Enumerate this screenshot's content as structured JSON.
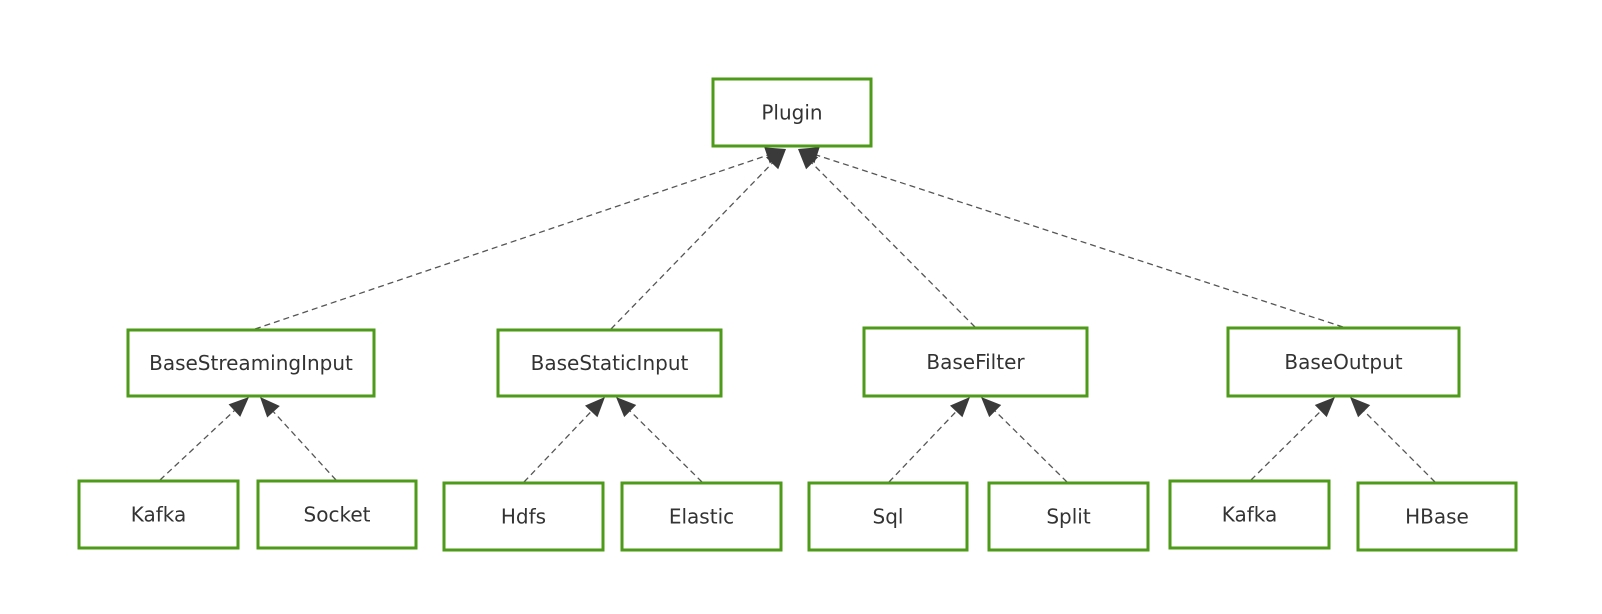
{
  "diagram": {
    "type": "class-hierarchy",
    "nodes": [
      {
        "id": "plugin",
        "label": "Plugin"
      },
      {
        "id": "base-streaming-input",
        "label": "BaseStreamingInput"
      },
      {
        "id": "base-static-input",
        "label": "BaseStaticInput"
      },
      {
        "id": "base-filter",
        "label": "BaseFilter"
      },
      {
        "id": "base-output",
        "label": "BaseOutput"
      },
      {
        "id": "kafka-input",
        "label": "Kafka"
      },
      {
        "id": "socket",
        "label": "Socket"
      },
      {
        "id": "hdfs",
        "label": "Hdfs"
      },
      {
        "id": "elastic",
        "label": "Elastic"
      },
      {
        "id": "sql",
        "label": "Sql"
      },
      {
        "id": "split",
        "label": "Split"
      },
      {
        "id": "kafka-output",
        "label": "Kafka"
      },
      {
        "id": "hbase",
        "label": "HBase"
      }
    ],
    "edges": [
      {
        "from": "base-streaming-input",
        "to": "plugin",
        "style": "dashed",
        "arrow": "filled-triangle"
      },
      {
        "from": "base-static-input",
        "to": "plugin",
        "style": "dashed",
        "arrow": "filled-triangle"
      },
      {
        "from": "base-filter",
        "to": "plugin",
        "style": "dashed",
        "arrow": "filled-triangle"
      },
      {
        "from": "base-output",
        "to": "plugin",
        "style": "dashed",
        "arrow": "filled-triangle"
      },
      {
        "from": "kafka-input",
        "to": "base-streaming-input",
        "style": "dashed",
        "arrow": "filled-triangle"
      },
      {
        "from": "socket",
        "to": "base-streaming-input",
        "style": "dashed",
        "arrow": "filled-triangle"
      },
      {
        "from": "hdfs",
        "to": "base-static-input",
        "style": "dashed",
        "arrow": "filled-triangle"
      },
      {
        "from": "elastic",
        "to": "base-static-input",
        "style": "dashed",
        "arrow": "filled-triangle"
      },
      {
        "from": "sql",
        "to": "base-filter",
        "style": "dashed",
        "arrow": "filled-triangle"
      },
      {
        "from": "split",
        "to": "base-filter",
        "style": "dashed",
        "arrow": "filled-triangle"
      },
      {
        "from": "kafka-output",
        "to": "base-output",
        "style": "dashed",
        "arrow": "filled-triangle"
      },
      {
        "from": "hbase",
        "to": "base-output",
        "style": "dashed",
        "arrow": "filled-triangle"
      }
    ]
  },
  "colors": {
    "box_border": "#4e9a19",
    "box_fill": "#ffffff",
    "edge": "#555555",
    "arrowhead": "#3a3a3a",
    "text": "#333333"
  }
}
